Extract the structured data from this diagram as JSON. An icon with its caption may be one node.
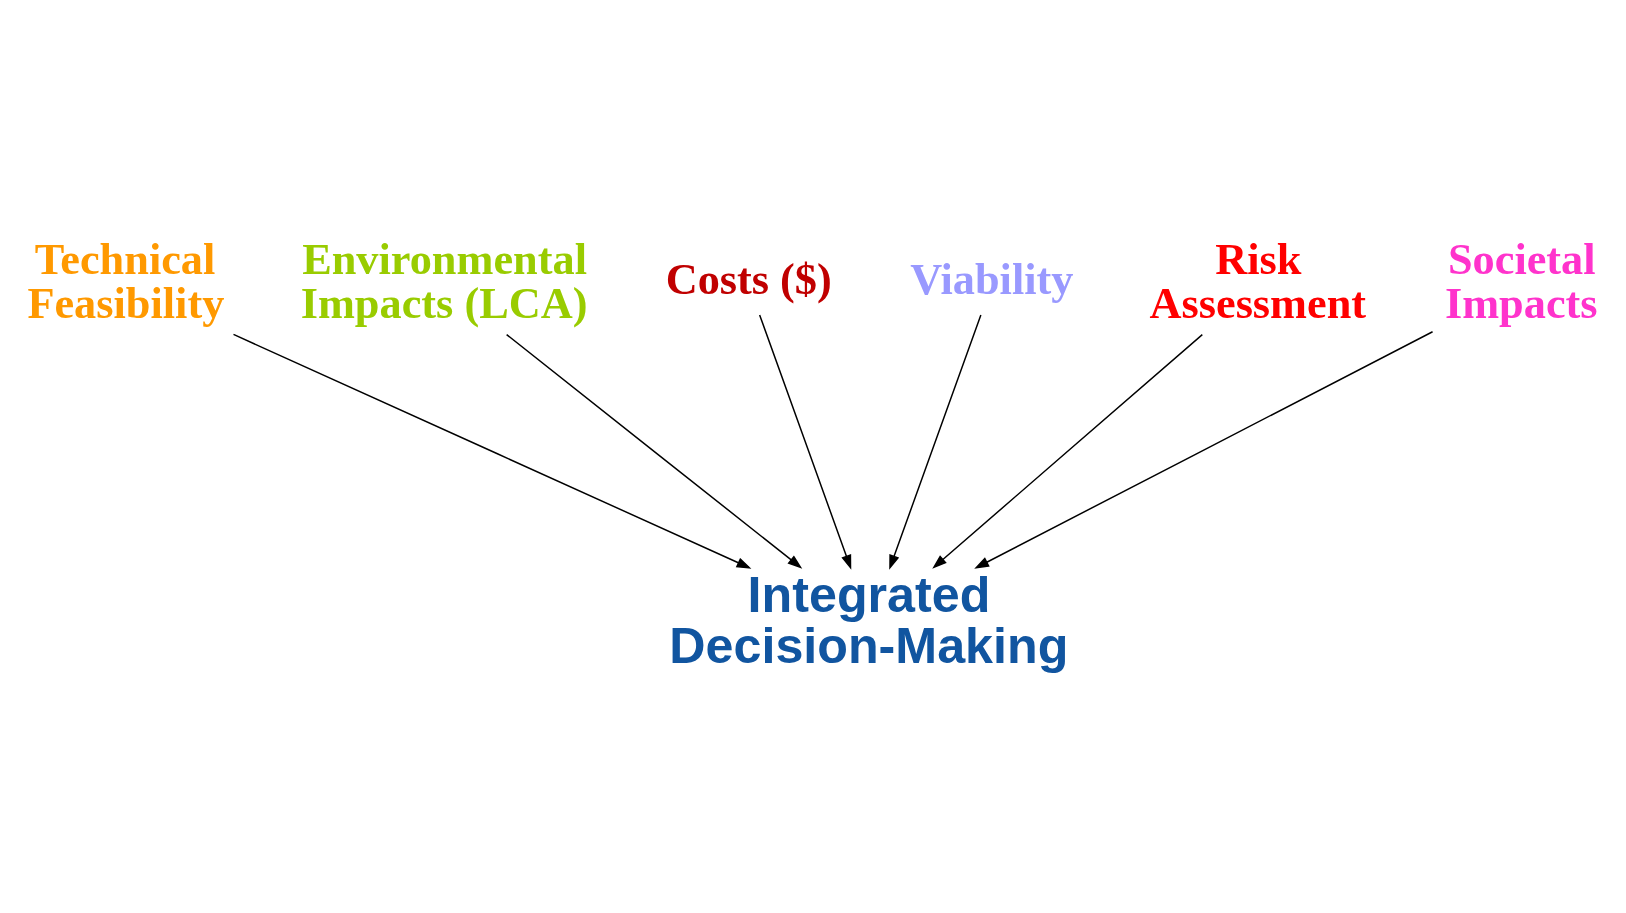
{
  "diagram": {
    "nodes": [
      {
        "text": [
          "Technical Feasibility"
        ]
      },
      {
        "text": [
          "Environmental Impacts (LCA)"
        ]
      },
      {
        "text": [
          "Costs ($)"
        ]
      },
      {
        "text": [
          "Viability"
        ]
      },
      {
        "text": [
          "Risk Assessment"
        ]
      },
      {
        "text": [
          "Societal Impacts"
        ]
      },
      {
        "text": [
          "Integrated Decision-Making"
        ]
      }
    ],
    "edges": [
      {
        "from": 4,
        "to": 6,
        "arrow": "to"
      },
      {
        "from": 0,
        "to": 6,
        "arrow": "to"
      },
      {
        "from": 1,
        "to": 6,
        "arrow": "to"
      },
      {
        "from": 2,
        "to": 6,
        "arrow": "to"
      },
      {
        "from": 3,
        "to": 6,
        "arrow": "to"
      },
      {
        "from": 5,
        "to": 6,
        "arrow": "to"
      }
    ]
  }
}
